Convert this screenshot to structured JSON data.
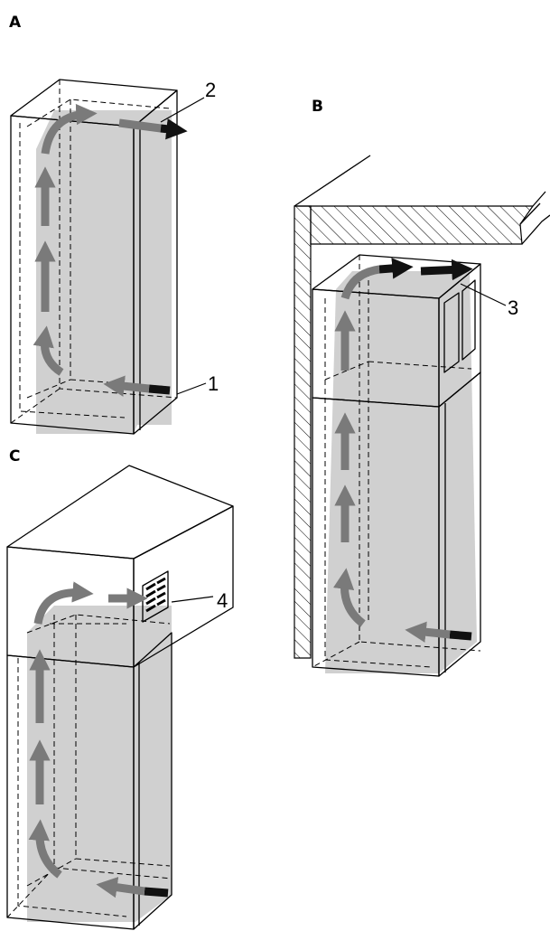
{
  "panels": {
    "a": {
      "letter": "A"
    },
    "b": {
      "letter": "B"
    },
    "c": {
      "letter": "C"
    }
  },
  "callouts": {
    "c1": "1",
    "c2": "2",
    "c3": "3",
    "c4": "4"
  },
  "colors": {
    "airflow_arrow": "#7a7a7a",
    "air_inlet_tail": "#111111",
    "shaded_interior": "#cfcfcf",
    "outline": "#000000"
  }
}
